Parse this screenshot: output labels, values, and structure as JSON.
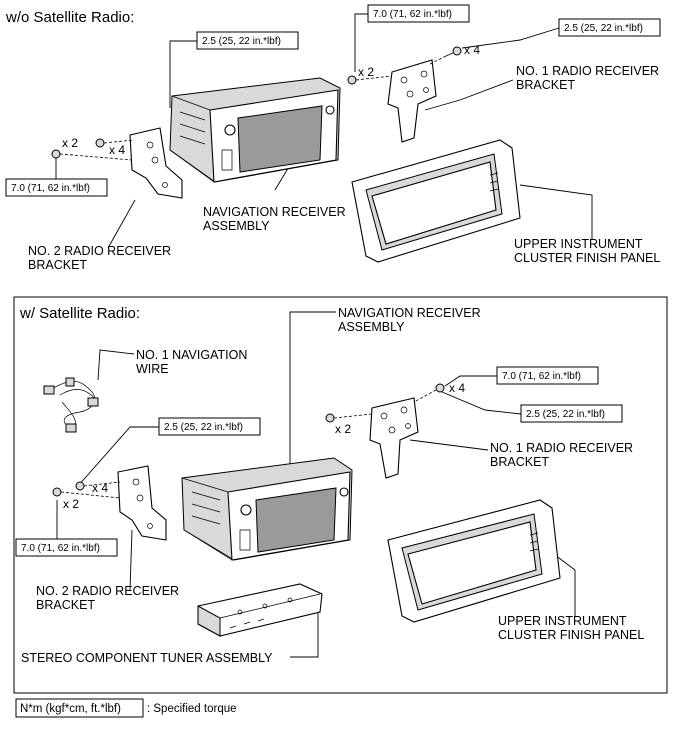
{
  "sections": {
    "without": {
      "title": "w/o Satellite Radio:"
    },
    "with": {
      "title": "w/ Satellite Radio:"
    }
  },
  "torque": {
    "small": "2.5 (25, 22 in.*lbf)",
    "large": "7.0 (71, 62 in.*lbf)"
  },
  "quantities": {
    "x2": "x 2",
    "x4": "x 4"
  },
  "parts": {
    "nav_line1": "NAVIGATION RECEIVER",
    "nav_line2": "ASSEMBLY",
    "no1_line1": "NO. 1 RADIO RECEIVER",
    "no1_line2": "BRACKET",
    "no2_line1": "NO. 2 RADIO RECEIVER",
    "no2_line2": "BRACKET",
    "upper_line1": "UPPER INSTRUMENT",
    "upper_line2": "CLUSTER FINISH PANEL",
    "wire_line1": "NO. 1 NAVIGATION",
    "wire_line2": "WIRE",
    "tuner": "STEREO COMPONENT TUNER ASSEMBLY"
  },
  "legend": {
    "unit": "N*m (kgf*cm, ft.*lbf)",
    "text": ": Specified torque"
  }
}
